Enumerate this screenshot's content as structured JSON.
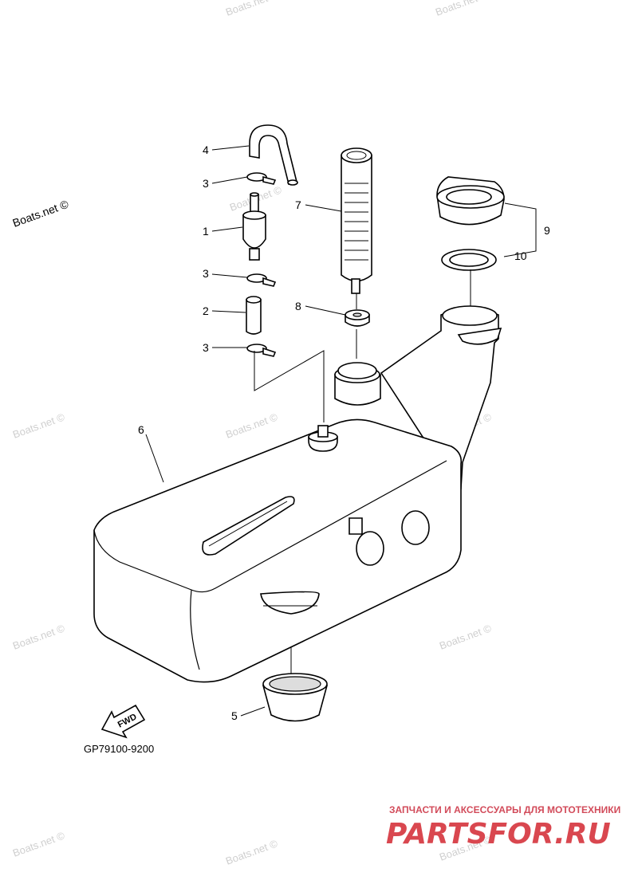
{
  "diagram": {
    "callouts": {
      "c1": "1",
      "c2": "2",
      "c3a": "3",
      "c3b": "3",
      "c3c": "3",
      "c4": "4",
      "c5": "5",
      "c6": "6",
      "c7": "7",
      "c8": "8",
      "c9": "9",
      "c10": "10"
    },
    "fwd_label": "FWD",
    "part_code": "GP79100-9200"
  },
  "watermarks": {
    "boats_net": "Boats.net ©",
    "boats_net_large": "Boats.net ©"
  },
  "branding": {
    "tagline": "ЗАПЧАСТИ И АКСЕССУАРЫ ДЛЯ МОТОТЕХНИКИ",
    "logo": "PARTSFOR.RU"
  }
}
